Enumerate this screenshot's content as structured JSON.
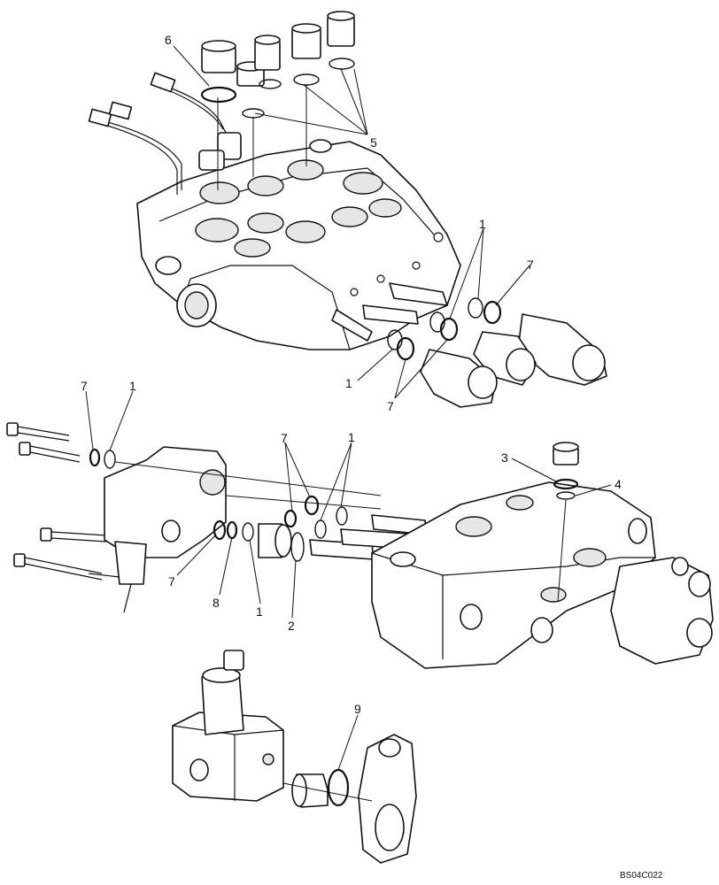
{
  "figure_code": "BS04C022",
  "callouts": {
    "c1a": "1",
    "c1b": "1",
    "c1c": "1",
    "c1d": "1",
    "c1e": "1",
    "c2": "2",
    "c3": "3",
    "c4": "4",
    "c5": "5",
    "c6": "6",
    "c7a": "7",
    "c7b": "7",
    "c7c": "7",
    "c7d": "7",
    "c7e": "7",
    "c8": "8",
    "c9": "9"
  }
}
